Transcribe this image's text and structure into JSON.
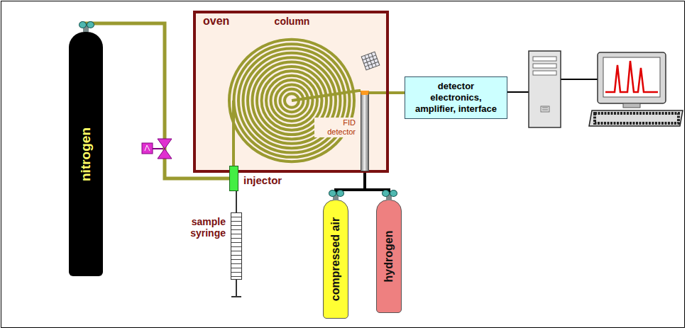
{
  "diagram": {
    "nodes": [
      {
        "text": [
          "oven"
        ]
      },
      {
        "text": [
          "column"
        ],
        "in": 0
      },
      {
        "text": [
          "FID detector"
        ],
        "in": 0
      },
      {
        "text": [
          "injector"
        ]
      },
      {
        "text": [
          "sample syringe"
        ]
      },
      {
        "text": [
          "nitrogen"
        ]
      },
      {
        "text": [
          "compressed air"
        ]
      },
      {
        "text": [
          "hydrogen"
        ]
      },
      {
        "text": [
          "detector electronics, amplifier, interface"
        ]
      }
    ],
    "edges": [
      {
        "from": 5,
        "to": 3,
        "arrow": "none"
      },
      {
        "from": 3,
        "to": 1,
        "arrow": "none"
      },
      {
        "from": 1,
        "to": 2,
        "arrow": "none"
      },
      {
        "from": 2,
        "to": 8,
        "arrow": "none"
      },
      {
        "from": 6,
        "to": 2,
        "arrow": "none"
      },
      {
        "from": 7,
        "to": 2,
        "arrow": "none"
      },
      {
        "from": 4,
        "to": 3,
        "arrow": "none"
      }
    ]
  }
}
